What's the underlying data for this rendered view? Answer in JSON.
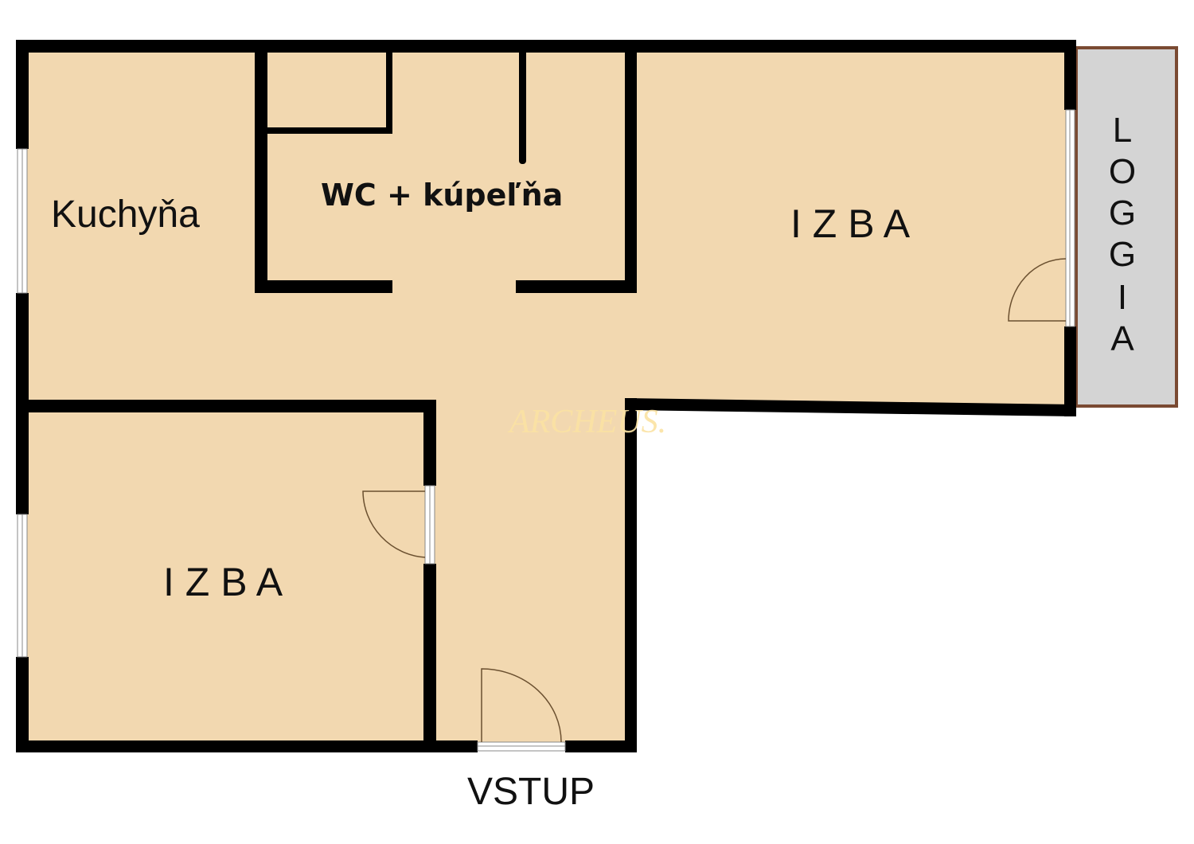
{
  "plan": {
    "rooms": {
      "kitchen": "Kuchyňa",
      "bathroom": "WC + kúpeľňa",
      "room_large": "I Z B A",
      "room_small": "I Z B A",
      "loggia": [
        "L",
        "O",
        "G",
        "G",
        "I",
        "A"
      ]
    },
    "entrance": "VSTUP",
    "watermark": "ARCHEUS.",
    "colors": {
      "floor": "#f2d8b0",
      "wall": "#000000",
      "loggia": "#d4d4d4",
      "loggia_border": "#7a4a32"
    }
  }
}
